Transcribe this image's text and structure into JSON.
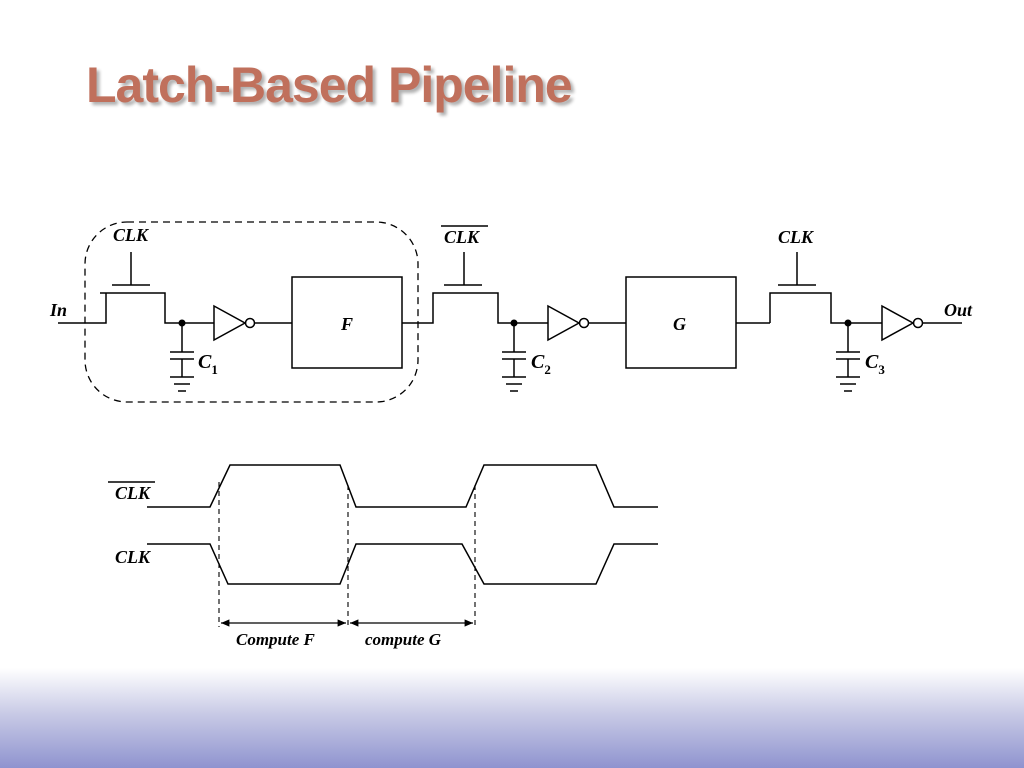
{
  "slide": {
    "title": "Latch-Based Pipeline"
  },
  "circuit": {
    "input_label": "In",
    "output_label": "Out",
    "stages": [
      {
        "clock_label": "CLK",
        "clock_inverted": false,
        "cap_label": "C",
        "cap_sub": "1",
        "logic_label": "F"
      },
      {
        "clock_label": "CLK",
        "clock_inverted": true,
        "cap_label": "C",
        "cap_sub": "2",
        "logic_label": "G"
      },
      {
        "clock_label": "CLK",
        "clock_inverted": false,
        "cap_label": "C",
        "cap_sub": "3",
        "logic_label": ""
      }
    ]
  },
  "timing": {
    "clk_bar_label": "CLK",
    "clk_label": "CLK",
    "interval_1_label": "Compute F",
    "interval_2_label": "compute G"
  }
}
